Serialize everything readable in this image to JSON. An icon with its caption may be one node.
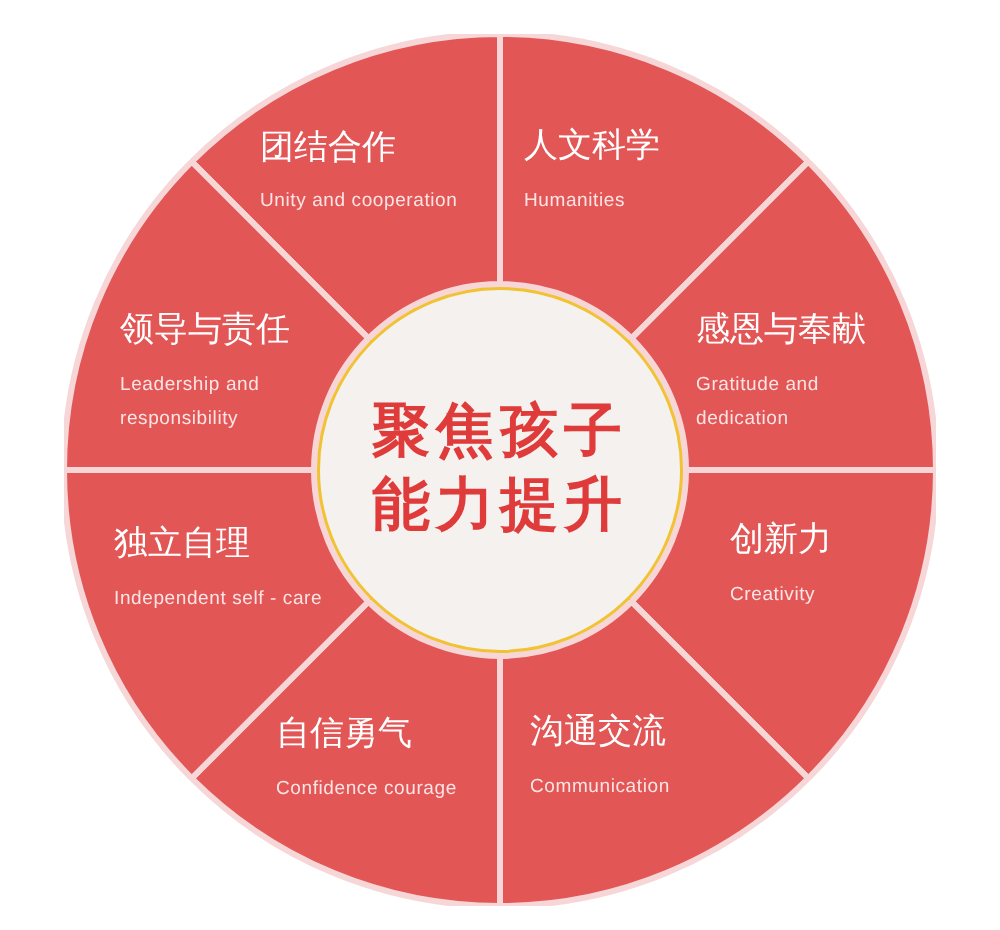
{
  "diagram": {
    "nodes": [
      {
        "text": [
          "聚焦孩子能力提升"
        ]
      },
      {
        "text": [
          "团结合作",
          "Unity and cooperation"
        ]
      },
      {
        "text": [
          "人文科学",
          "Humanities"
        ]
      },
      {
        "text": [
          "感恩与奉献",
          "Gratitude and dedication"
        ]
      },
      {
        "text": [
          "创新力",
          "Creativity"
        ]
      },
      {
        "text": [
          "沟通交流",
          "Communication"
        ]
      },
      {
        "text": [
          "自信勇气",
          "Confidence courage"
        ]
      },
      {
        "text": [
          "独立自理",
          "Independent self - care"
        ]
      },
      {
        "text": [
          "领导与责任",
          "Leadership and responsibility"
        ]
      }
    ]
  }
}
